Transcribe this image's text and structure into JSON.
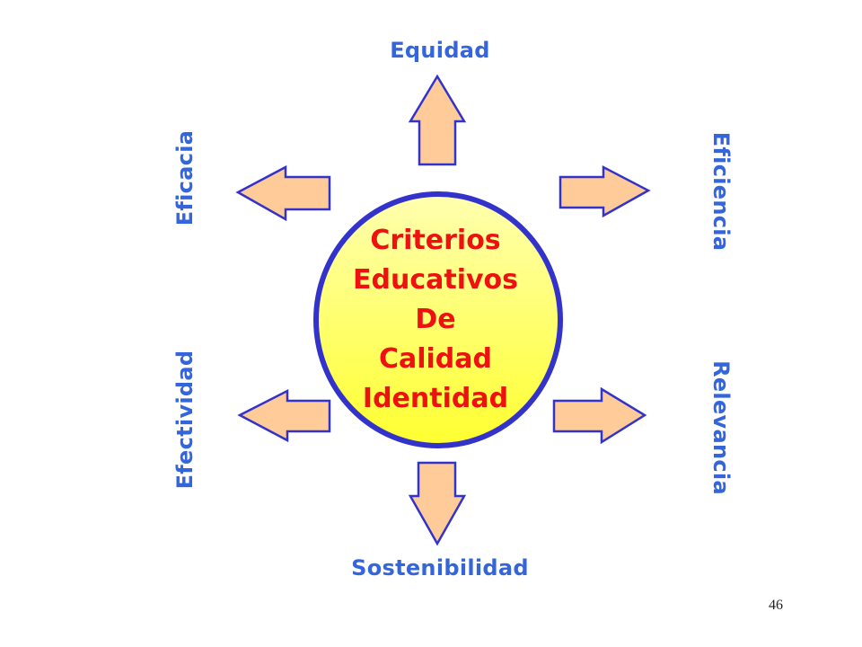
{
  "center": {
    "lines": [
      "Criterios",
      "Educativos",
      "De",
      "Calidad",
      "Identidad"
    ],
    "text_color": "#ee1111",
    "fill_top": "#ffffaa",
    "fill_bottom": "#ffff33",
    "border_color": "#3333cc"
  },
  "criteria": {
    "top": "Equidad",
    "top_right": "Eficiencia",
    "bottom_right": "Relevancia",
    "bottom": "Sostenibilidad",
    "bottom_left": "Efectividad",
    "top_left": "Eficacia"
  },
  "label_color": "#3366dd",
  "arrow_fill": "#ffcc99",
  "arrow_stroke": "#3333cc",
  "page_number": "46"
}
